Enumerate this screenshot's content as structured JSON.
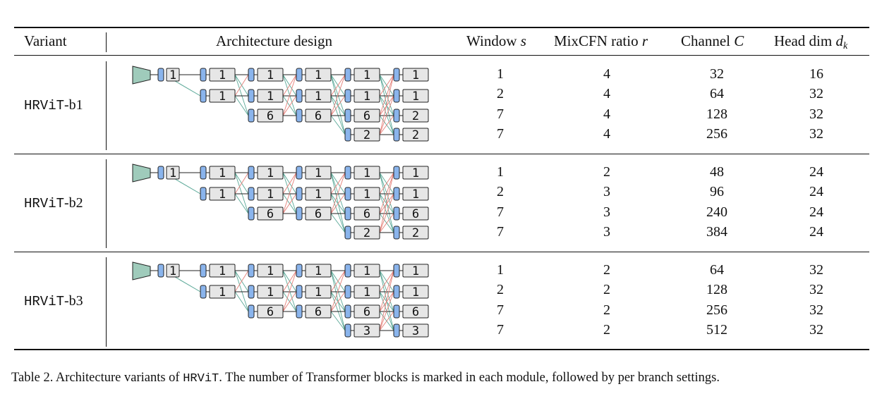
{
  "table": {
    "headers": {
      "variant": "Variant",
      "architecture": "Architecture design",
      "window_label": "Window ",
      "window_sym": "s",
      "ratio_label": "MixCFN ratio ",
      "ratio_sym": "r",
      "channel_label": "Channel ",
      "channel_sym": "C",
      "head_label": "Head dim ",
      "head_sym": "d",
      "head_sub": "k"
    },
    "rows": [
      {
        "name_mono": "HRViT",
        "name_suffix": "-b1",
        "stem_block": "1",
        "stage_blocks": [
          [
            "1",
            "1"
          ],
          [
            "1",
            "1",
            "6"
          ],
          [
            "1",
            "1",
            "6"
          ],
          [
            "1",
            "1",
            "6",
            "2"
          ],
          [
            "1",
            "1",
            "2",
            "2"
          ]
        ],
        "window": [
          "1",
          "2",
          "7",
          "7"
        ],
        "ratio": [
          "4",
          "4",
          "4",
          "4"
        ],
        "channel": [
          "32",
          "64",
          "128",
          "256"
        ],
        "head_dim": [
          "16",
          "32",
          "32",
          "32"
        ]
      },
      {
        "name_mono": "HRViT",
        "name_suffix": "-b2",
        "stem_block": "1",
        "stage_blocks": [
          [
            "1",
            "1"
          ],
          [
            "1",
            "1",
            "6"
          ],
          [
            "1",
            "1",
            "6"
          ],
          [
            "1",
            "1",
            "6",
            "2"
          ],
          [
            "1",
            "1",
            "6",
            "2"
          ]
        ],
        "window": [
          "1",
          "2",
          "7",
          "7"
        ],
        "ratio": [
          "2",
          "3",
          "3",
          "3"
        ],
        "channel": [
          "48",
          "96",
          "240",
          "384"
        ],
        "head_dim": [
          "24",
          "24",
          "24",
          "24"
        ]
      },
      {
        "name_mono": "HRViT",
        "name_suffix": "-b3",
        "stem_block": "1",
        "stage_blocks": [
          [
            "1",
            "1"
          ],
          [
            "1",
            "1",
            "6"
          ],
          [
            "1",
            "1",
            "6"
          ],
          [
            "1",
            "1",
            "6",
            "3"
          ],
          [
            "1",
            "1",
            "6",
            "3"
          ]
        ],
        "window": [
          "1",
          "2",
          "7",
          "7"
        ],
        "ratio": [
          "2",
          "2",
          "2",
          "2"
        ],
        "channel": [
          "64",
          "128",
          "256",
          "512"
        ],
        "head_dim": [
          "32",
          "32",
          "32",
          "32"
        ]
      }
    ]
  },
  "colors": {
    "stem": "#9fcbbb",
    "fusion": "#8ab4ec",
    "block": "#e6e6e6",
    "teal_link": "#5aa897",
    "red_link": "#e57f78"
  },
  "caption": {
    "prefix": "Table 2. Architecture variants of ",
    "mono": "HRViT",
    "suffix": ". The number of Transformer blocks is marked in each module, followed by per branch settings."
  }
}
